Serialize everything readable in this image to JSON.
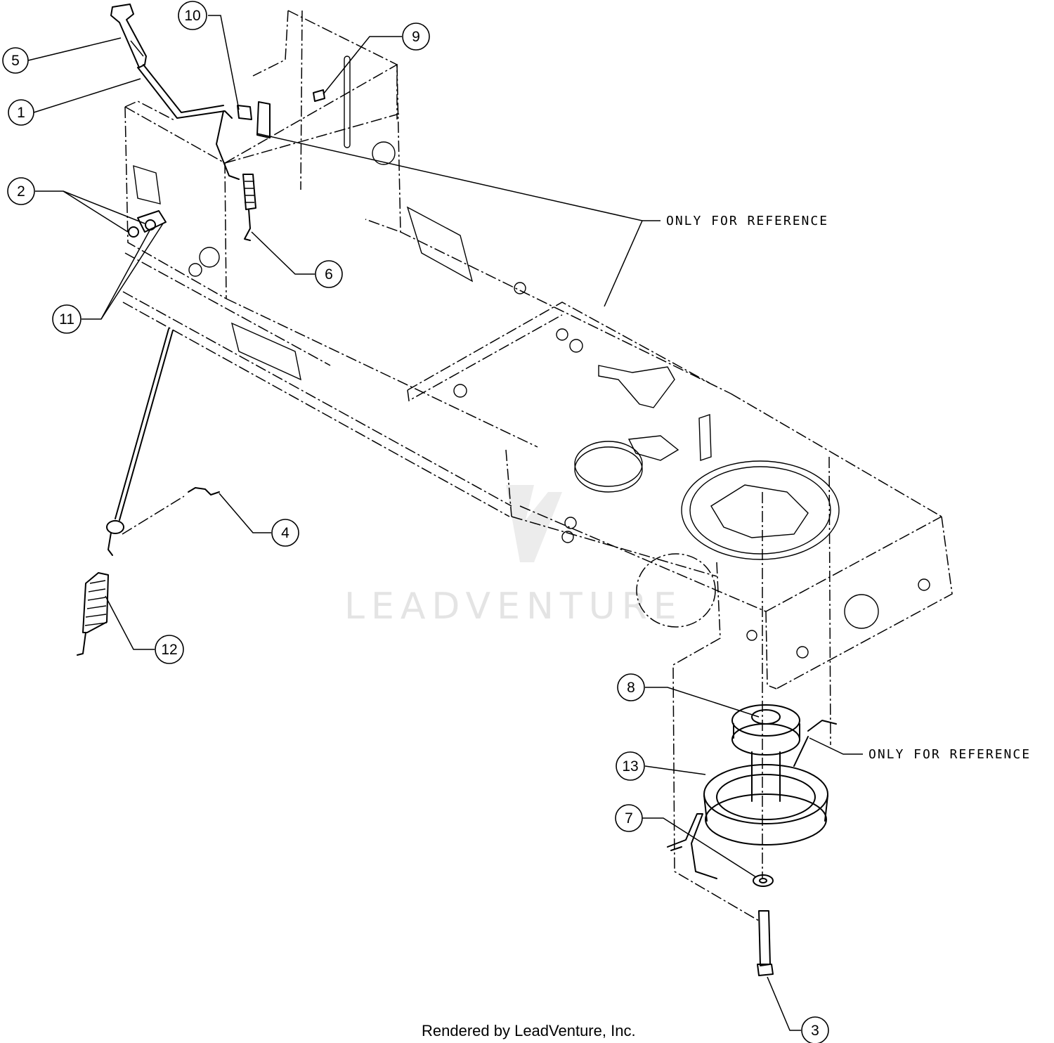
{
  "callouts": [
    {
      "id": "1",
      "label": "1"
    },
    {
      "id": "2",
      "label": "2"
    },
    {
      "id": "3",
      "label": "3"
    },
    {
      "id": "4",
      "label": "4"
    },
    {
      "id": "5",
      "label": "5"
    },
    {
      "id": "6",
      "label": "6"
    },
    {
      "id": "7",
      "label": "7"
    },
    {
      "id": "8",
      "label": "8"
    },
    {
      "id": "9",
      "label": "9"
    },
    {
      "id": "10",
      "label": "10"
    },
    {
      "id": "11",
      "label": "11"
    },
    {
      "id": "12",
      "label": "12"
    },
    {
      "id": "13",
      "label": "13"
    }
  ],
  "notes": {
    "reference_upper": "ONLY FOR REFERENCE",
    "reference_lower": "ONLY FOR REFERENCE"
  },
  "watermark": {
    "text": "LEADVENTURE"
  },
  "footer": {
    "rendered_by": "Rendered by LeadVenture, Inc."
  }
}
